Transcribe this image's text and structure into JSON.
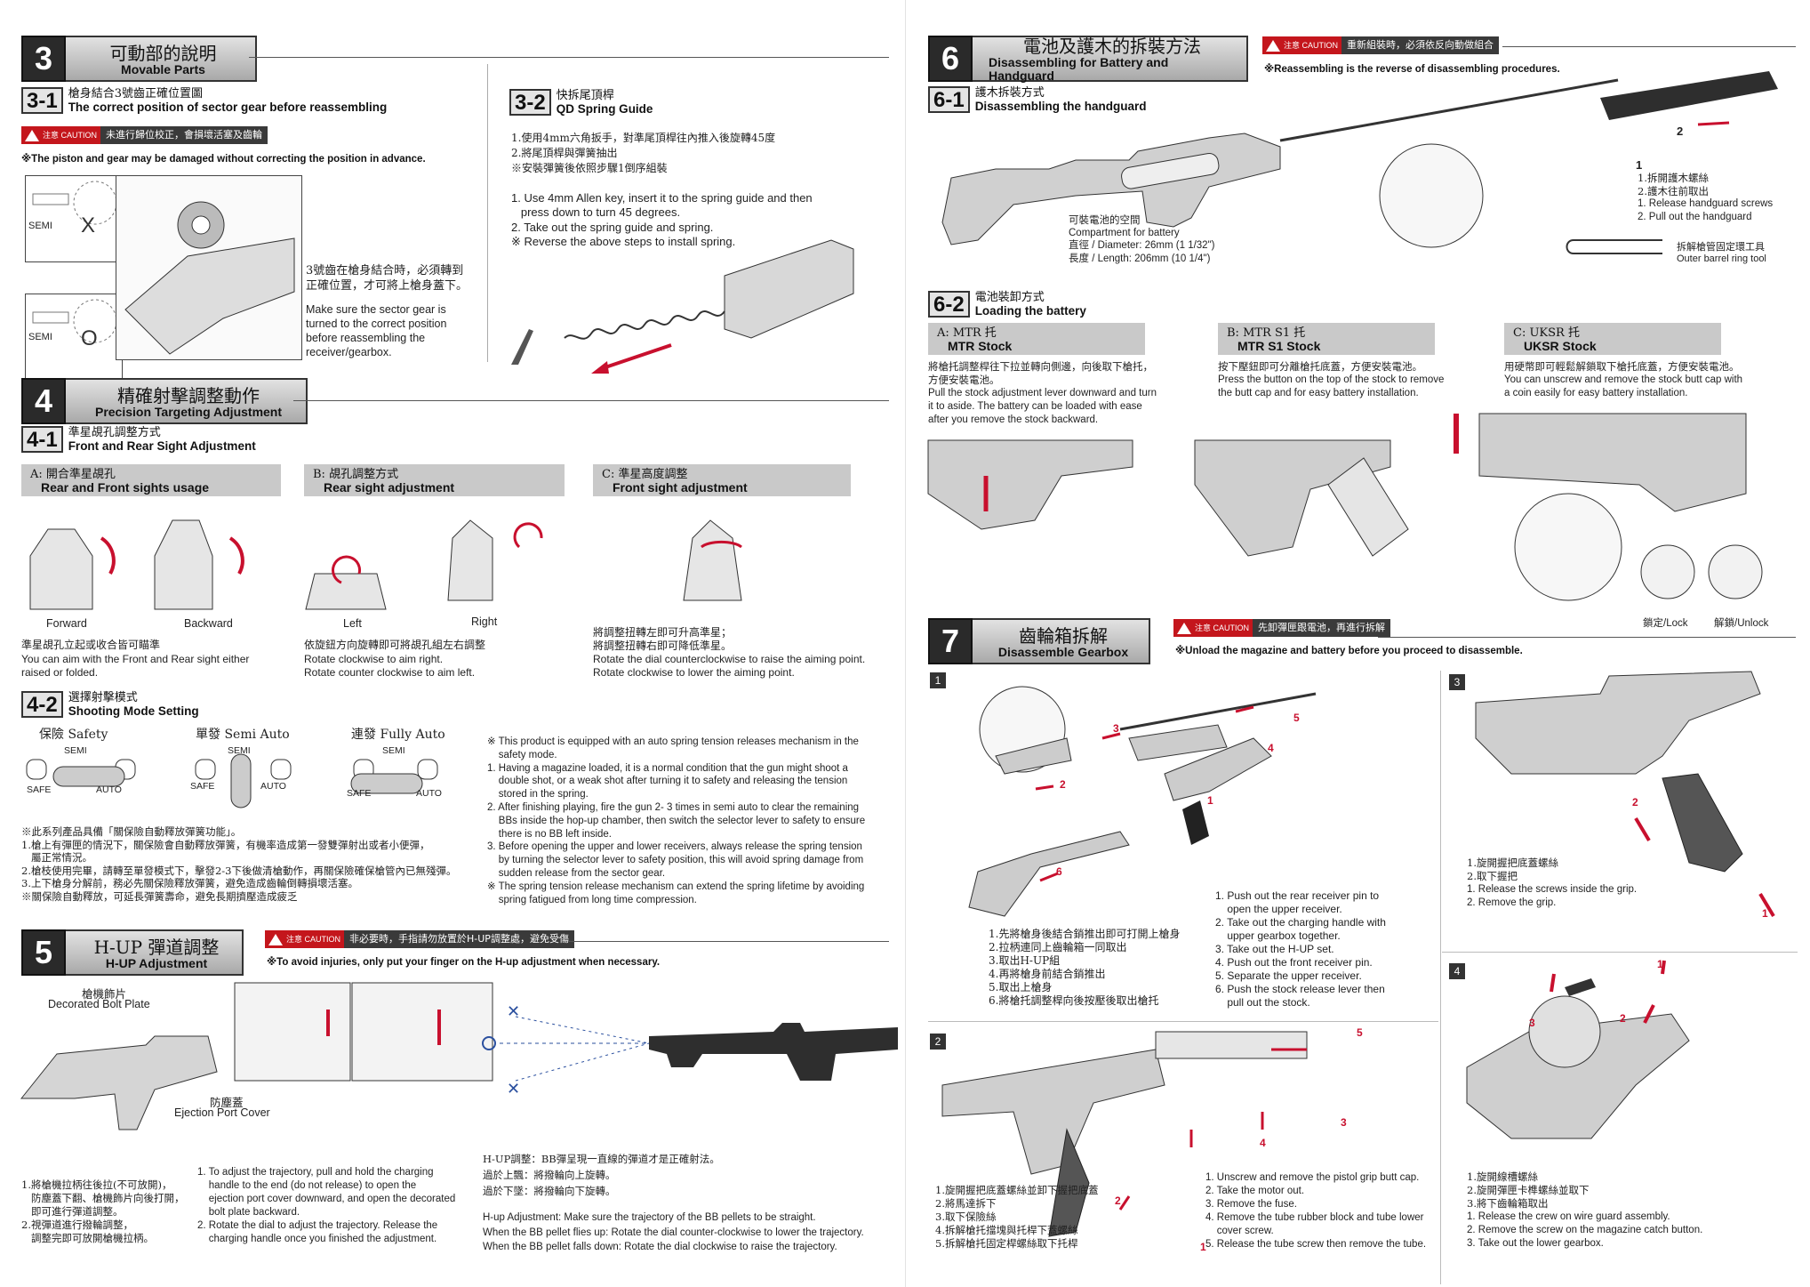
{
  "s3": {
    "num": "3",
    "zh": "可動部的說明",
    "en": "Movable Parts",
    "s31": {
      "num": "3-1",
      "zh": "槍身結合3號齒正確位置圖",
      "en": "The correct position of sector gear before reassembling",
      "caution_badge": "注意 CAUTION",
      "caution": "未進行歸位校正，會損壞活塞及齒輪",
      "note": "※The piston and gear may be damaged without correcting the position in advance.",
      "semi1": "SEMI",
      "mark_x": "X",
      "semi2": "SEMI",
      "mark_o": "O",
      "zh_desc": "3號齒在槍身結合時，必須轉到正確位置，才可將上槍身蓋下。",
      "en_desc": "Make sure the sector gear is turned to the correct position before reassembling the receiver/gearbox."
    },
    "s32": {
      "num": "3-2",
      "zh": "快拆尾頂桿",
      "en": "QD Spring Guide",
      "zh_lines": [
        "1.使用4mm六角扳手，對準尾頂桿往內推入後旋轉45度",
        "2.將尾頂桿與彈簧抽出",
        "※安裝彈簧後依照步驟1倒序組裝"
      ],
      "en_lines": [
        "1. Use 4mm Allen key, insert it to the spring guide and then",
        "   press down to turn 45 degrees.",
        "2. Take out the spring guide and spring.",
        "※ Reverse the above steps to install spring."
      ]
    }
  },
  "s4": {
    "num": "4",
    "zh": "精確射擊調整動作",
    "en": "Precision Targeting Adjustment",
    "s41": {
      "num": "4-1",
      "zh": "準星覘孔調整方式",
      "en": "Front and Rear Sight Adjustment",
      "a": {
        "zh": "A: 開合準星覘孔",
        "en": "Rear and Front sights usage",
        "forward": "Forward",
        "backward": "Backward",
        "zh_desc": "準星覘孔立起或收合皆可瞄準",
        "en_lines": [
          "You can aim with the Front and Rear sight either",
          "raised or folded."
        ]
      },
      "b": {
        "zh": "B: 覘孔調整方式",
        "en": "Rear sight adjustment",
        "left": "Left",
        "right": "Right",
        "zh_desc": "依旋鈕方向旋轉即可將覘孔組左右調整",
        "en_lines": [
          "Rotate clockwise to aim right.",
          "Rotate counter clockwise to aim left."
        ]
      },
      "c": {
        "zh": "C: 準星高度調整",
        "en": "Front sight adjustment",
        "zh_lines": [
          "將調整扭轉左即可升高準星；",
          "將調整扭轉右即可降低準星。"
        ],
        "en_lines": [
          "Rotate the dial counterclockwise to raise the aiming point.",
          "Rotate clockwise to lower the aiming point."
        ]
      }
    },
    "s42": {
      "num": "4-2",
      "zh": "選擇射擊模式",
      "en": "Shooting Mode Setting",
      "safety": "保險 Safety",
      "semi": "單發 Semi Auto",
      "full": "連發 Fully Auto",
      "semi_l": "SEMI",
      "safe_l": "SAFE",
      "auto_l": "AUTO",
      "zh_lines": [
        "※此系列產品具備「關保險自動釋放彈簧功能」。",
        "1.槍上有彈匣的情況下，關保險會自動釋放彈簧，有機率造成第一發雙彈射出或者小便彈，",
        "   屬正常情況。",
        "2.槍枝使用完畢，請轉至單發模式下，擊發2-3下後做清槍動作，再關保險確保槍管內已無殘彈。",
        "3.上下槍身分解前，務必先關保險釋放彈簧，避免造成齒輪倒轉損壞活塞。",
        "※關保險自動釋放，可延長彈簧壽命，避免長期擠壓造成疲乏"
      ],
      "en_lines": [
        "※ This product is equipped with an auto spring tension releases mechanism in the",
        "    safety mode.",
        "1. Having a magazine loaded, it is a normal condition that the gun might shoot a",
        "    double shot, or a weak shot after turning it to safety and releasing the tension",
        "    stored in the spring.",
        "2. After finishing playing, fire the gun 2- 3 times in semi auto to clear the remaining",
        "    BBs inside the hop-up chamber, then switch the selector lever to safety to ensure",
        "    there is no BB left inside.",
        "3. Before opening the upper and lower receivers, always release the spring tension",
        "    by turning the selector lever to safety position, this will avoid spring damage from",
        "    sudden release from the sector gear.",
        "※ The spring tension release mechanism can extend the spring lifetime by avoiding",
        "    spring fatigued from long time compression."
      ]
    }
  },
  "s5": {
    "num": "5",
    "zh": "H-UP 彈道調整",
    "en": "H-UP Adjustment",
    "caution_badge": "注意 CAUTION",
    "caution": "非必要時，手指請勿放置於H-UP調整處，避免受傷",
    "note": "※To avoid injuries, only put your finger on the H-up adjustment when necessary.",
    "bolt_zh": "槍機飾片",
    "bolt_en": "Decorated Bolt Plate",
    "port_zh": "防塵蓋",
    "port_en": "Ejection Port Cover",
    "zh_lines": [
      "1.將槍機拉柄往後拉(不可放開)，",
      "   防塵蓋下翻、槍機飾片向後打開，",
      "   即可進行彈道調整。",
      "2.視彈道進行撥輪調整，",
      "   調整完即可放開槍機拉柄。"
    ],
    "en_lines": [
      "1. To adjust the trajectory, pull and hold the charging",
      "    handle to the end (do not release) to open the",
      "    ejection port cover downward, and open the decorated",
      "    bolt plate backward.",
      "2. Rotate the dial to adjust the trajectory. Release the",
      "    charging handle once you finished the adjustment."
    ],
    "hup_zh": [
      "H-UP調整：BB彈呈現一直線的彈道才是正確射法。",
      "過於上飄：將撥輪向上旋轉。",
      "過於下墜：將撥輪向下旋轉。"
    ],
    "hup_en": [
      "H-up Adjustment: Make sure the trajectory of the BB pellets to be straight.",
      "When the BB pellet flies up: Rotate the dial counter-clockwise to lower the trajectory.",
      "When the BB pellet falls down: Rotate the dial clockwise to raise the trajectory."
    ]
  },
  "s6": {
    "num": "6",
    "zh": "電池及護木的拆裝方法",
    "en": "Disassembling for Battery and Handguard",
    "caution_badge": "注意 CAUTION",
    "caution": "重新組裝時，必須依反向動做組合",
    "note": "※Reassembling is the reverse of disassembling procedures.",
    "s61": {
      "num": "6-1",
      "zh": "護木拆裝方式",
      "en": "Disassembling the handguard",
      "battery_lines": [
        "可裝電池的空間",
        "Compartment for battery",
        "直徑 / Diameter: 26mm (1 1/32\")",
        "長度 / Length: 206mm (10 1/4\")"
      ],
      "steps": [
        "1.拆開護木螺絲",
        "2.護木往前取出",
        "1. Release handguard screws",
        "2. Pull out the handguard"
      ],
      "tool": [
        "拆解槍管固定環工具",
        "Outer barrel ring tool"
      ],
      "n1": "1",
      "n2": "2"
    },
    "s62": {
      "num": "6-2",
      "zh": "電池裝卸方式",
      "en": "Loading the battery",
      "a": {
        "zh": "A: MTR 托",
        "en": "MTR Stock",
        "zh_desc": [
          "將槍托調整桿往下拉並轉向側邊，向後取下槍托，",
          "方便安裝電池。"
        ],
        "en_lines": [
          "Pull the stock adjustment lever downward and turn",
          "it to aside. The battery can be loaded with ease",
          "after you remove the stock backward."
        ]
      },
      "b": {
        "zh": "B: MTR S1 托",
        "en": "MTR S1 Stock",
        "zh_desc": [
          "按下壓鈕即可分離槍托底蓋，方便安裝電池。"
        ],
        "en_lines": [
          "Press the button on the top of the stock to remove",
          "the butt cap and for easy battery installation."
        ]
      },
      "c": {
        "zh": "C: UKSR 托",
        "en": "UKSR Stock",
        "zh_desc": [
          "用硬幣即可輕鬆解鎖取下槍托底蓋，方便安裝電池。"
        ],
        "en_lines": [
          "You can unscrew and remove the stock butt cap with",
          "a coin easily  for easy battery installation."
        ],
        "lock": "鎖定/Lock",
        "unlock": "解鎖/Unlock"
      }
    }
  },
  "s7": {
    "num": "7",
    "zh": "齒輪箱拆解",
    "en": "Disassemble Gearbox",
    "caution_badge": "注意 CAUTION",
    "caution": "先卸彈匣跟電池，再進行拆解",
    "note": "※Unload the magazine and battery before you proceed to disassemble.",
    "p1": {
      "num": "1",
      "zh_lines": [
        "1.先將槍身後結合銷推出即可打開上槍身",
        "2.拉柄連同上齒輪箱一同取出",
        "3.取出H-UP組",
        "4.再將槍身前結合銷推出",
        "5.取出上槍身",
        "6.將槍托調整桿向後按壓後取出槍托"
      ],
      "en_lines": [
        "1. Push out the rear receiver pin to",
        "    open the upper receiver.",
        "2. Take out the charging handle with",
        "    upper gearbox together.",
        "3. Take out the H-UP set.",
        "4. Push out the front receiver pin.",
        "5. Separate the upper receiver.",
        "6. Push the stock release lever then",
        "    pull out the stock."
      ],
      "marks": [
        "1",
        "2",
        "3",
        "4",
        "5",
        "6"
      ]
    },
    "p2": {
      "num": "2",
      "zh_lines": [
        "1.旋開握把底蓋螺絲並卸下握把底蓋",
        "2.將馬達拆下",
        "3.取下保險絲",
        "4.拆解槍托擋塊與托桿下蓋螺絲",
        "5.拆解槍托固定桿螺絲取下托桿"
      ],
      "en_lines": [
        "1. Unscrew and remove the pistol grip butt cap.",
        "2. Take the motor out.",
        "3. Remove the fuse.",
        "4. Remove the tube rubber block and tube lower",
        "    cover screw.",
        "5. Release the tube screw then remove the tube."
      ],
      "marks": [
        "1",
        "2",
        "3",
        "4",
        "5"
      ]
    },
    "p3": {
      "num": "3",
      "zh_lines": [
        "1.旋開握把底蓋螺絲",
        "2.取下握把"
      ],
      "en_lines": [
        "1. Release the screws inside the grip.",
        "2. Remove the grip."
      ],
      "marks": [
        "1",
        "2"
      ]
    },
    "p4": {
      "num": "4",
      "zh_lines": [
        "1.旋開線槽螺絲",
        "2.旋開彈匣卡榫螺絲並取下",
        "3.將下齒輪箱取出"
      ],
      "en_lines": [
        "1. Release the crew on wire guard assembly.",
        "2. Remove the screw on the magazine catch button.",
        "3. Take out the lower gearbox."
      ],
      "marks": [
        "1",
        "2",
        "3"
      ]
    }
  },
  "colors": {
    "caution_red": "#c4161c",
    "header_dark": "#2a2a2a",
    "band_gray": "#c9c9c9",
    "arrow_red": "#c8102e"
  }
}
